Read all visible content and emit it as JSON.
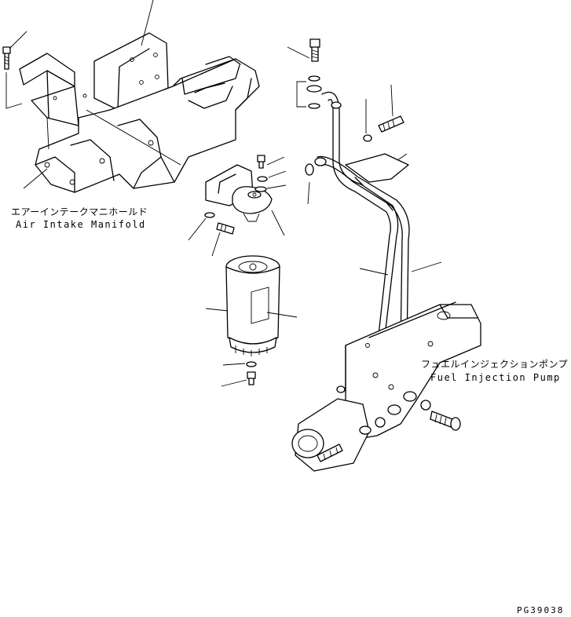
{
  "labels": {
    "air_intake_jp": "エアーインテークマニホールド",
    "air_intake_en": "Air Intake Manifold",
    "fuel_pump_jp": "フュエルインジェクションポンプ",
    "fuel_pump_en": "Fuel Injection Pump"
  },
  "drawing_code": "PG39038"
}
